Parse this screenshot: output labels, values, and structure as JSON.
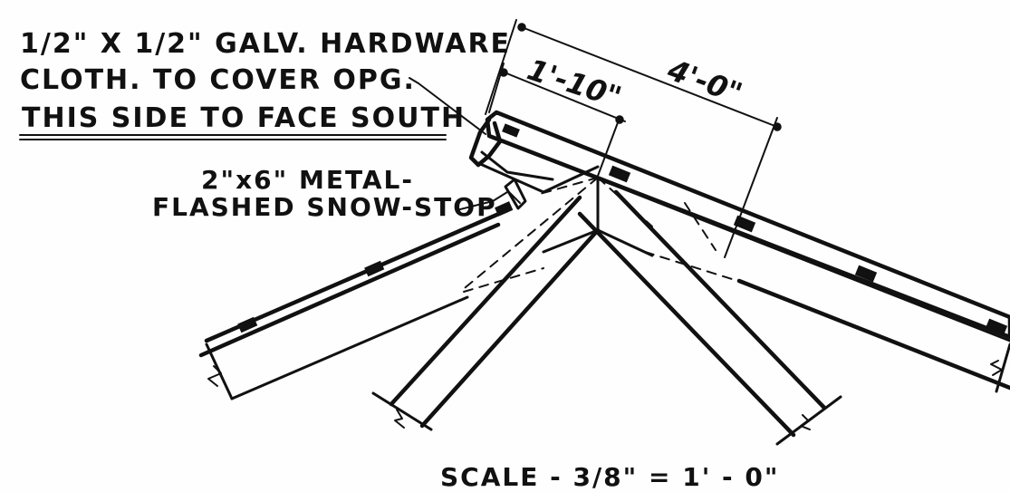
{
  "labels": {
    "hardware_cloth_line1": "1/2\" X 1/2\" GALV. HARDWARE",
    "hardware_cloth_line2": "CLOTH. TO COVER OPG.",
    "face_south": "THIS SIDE TO FACE SOUTH",
    "snow_stop_line1": "2\"x6\" METAL-",
    "snow_stop_line2": "FLASHED SNOW-STOP",
    "scale": "SCALE - 3/8\" = 1' - 0\""
  },
  "dimensions": {
    "short": "1'-10\"",
    "long": "4'-0\""
  },
  "colors": {
    "ink": "#111111",
    "paper": "#fefefe"
  }
}
